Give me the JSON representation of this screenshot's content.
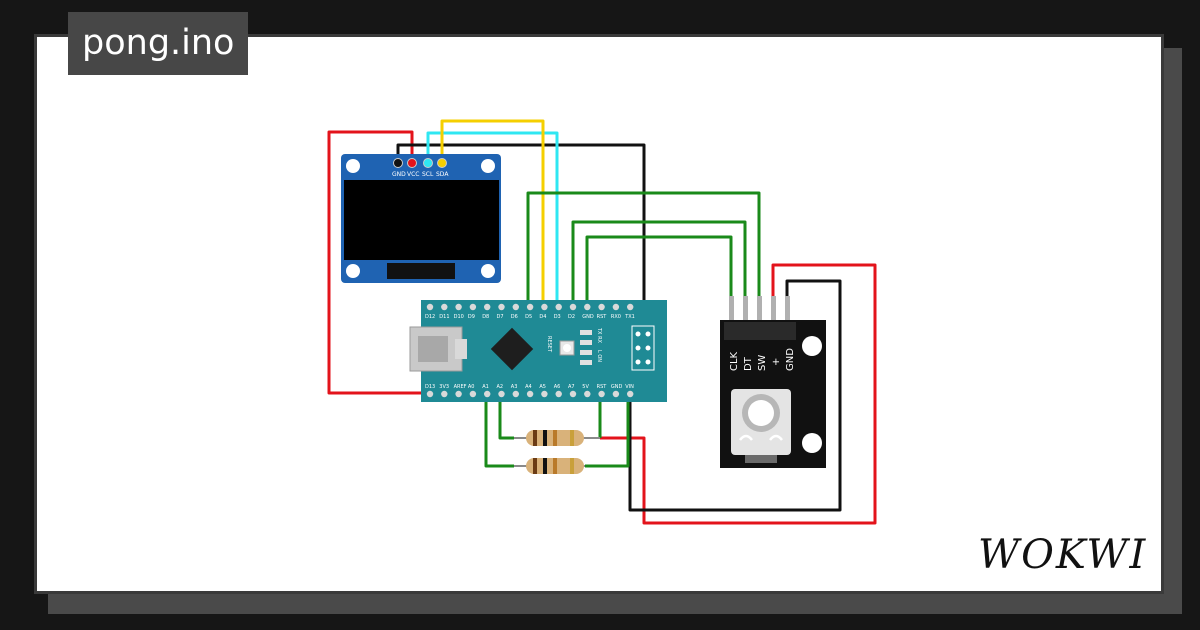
{
  "project": {
    "title": "pong.ino"
  },
  "brand": {
    "logo_text": "WOKWI"
  },
  "oled": {
    "pins": [
      "GND",
      "VCC",
      "SCL",
      "SDA"
    ]
  },
  "encoder": {
    "pins": [
      "CLK",
      "DT",
      "SW",
      "+",
      "GND"
    ]
  },
  "nano": {
    "top_pins": [
      "D12",
      "D11",
      "D10",
      "D9",
      "D8",
      "D7",
      "D6",
      "D5",
      "D4",
      "D3",
      "D2",
      "GND",
      "RST",
      "RX0",
      "TX1"
    ],
    "bottom_pins": [
      "D13",
      "3V3",
      "AREF",
      "A0",
      "A1",
      "A2",
      "A3",
      "A4",
      "A5",
      "A6",
      "A7",
      "5V",
      "RST",
      "GND",
      "VIN"
    ],
    "labels": {
      "reset": "RESET",
      "txrx": "TX RX",
      "lon": "L ON"
    }
  },
  "colors": {
    "wire_red": "#e3131b",
    "wire_black": "#111111",
    "wire_green": "#1a8a1a",
    "wire_yellow": "#f5cf00",
    "wire_cyan": "#2fe7f2",
    "nano_board": "#1f8a95",
    "oled_board": "#1f63b2",
    "encoder_board": "#111111"
  }
}
